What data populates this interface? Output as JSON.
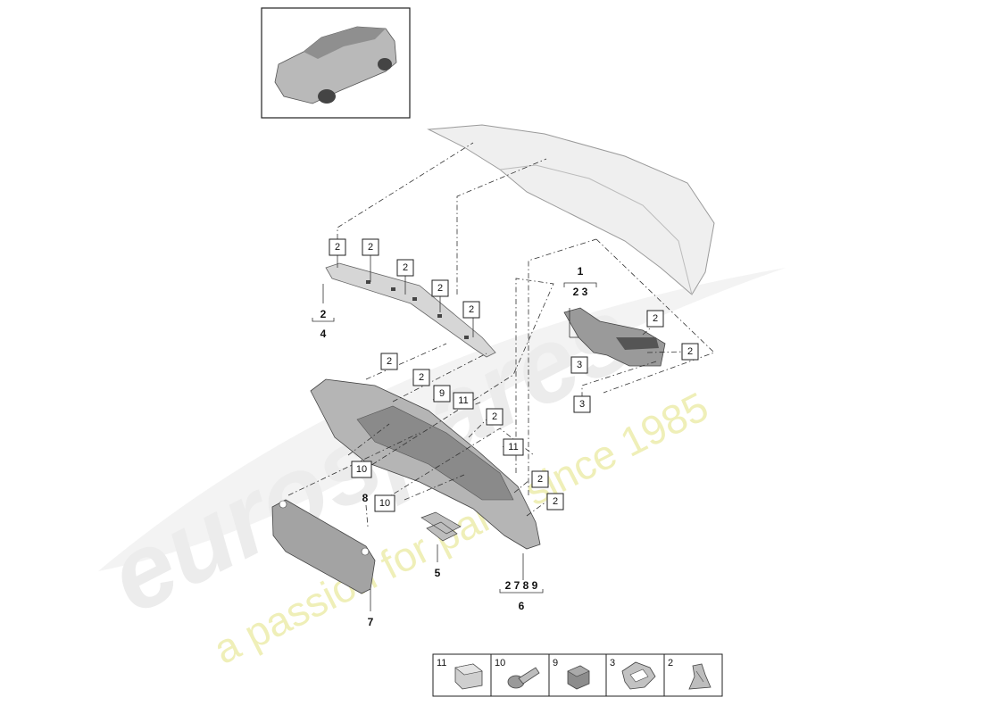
{
  "watermark": {
    "brand": "eurospares",
    "tagline": "a passion for parts since 1985"
  },
  "callouts": {
    "c1": "2",
    "c2": "2",
    "c3": "2",
    "c4": "2",
    "c5": "2",
    "c6": "2",
    "c7": "2",
    "c8": "9",
    "c9": "11",
    "c10": "2",
    "c11": "11",
    "c12": "10",
    "c13": "10",
    "c14": "2",
    "c15": "2",
    "c16": "2",
    "c17": "2",
    "c18": "3",
    "c19": "3"
  },
  "groups": {
    "g1_top": "1",
    "g1_sub": "2  3",
    "g4_sub": "2",
    "g4_main": "4",
    "g6_sub": "2 7  8 9",
    "g6_main": "6",
    "g5": "5",
    "g7": "7",
    "g8": "8"
  },
  "legend": {
    "items": [
      {
        "num": "11",
        "icon": "square-clip-icon"
      },
      {
        "num": "10",
        "icon": "expansion-rivet-icon"
      },
      {
        "num": "9",
        "icon": "rubber-buffer-icon"
      },
      {
        "num": "3",
        "icon": "metal-clip-icon"
      },
      {
        "num": "2",
        "icon": "spring-clip-icon"
      }
    ]
  },
  "colors": {
    "outline": "#222222",
    "part_fill": "#cfcfcf",
    "part_shadow": "#9a9a9a",
    "watermark": "#ececec",
    "watermark_tagline": "#efefb8"
  }
}
